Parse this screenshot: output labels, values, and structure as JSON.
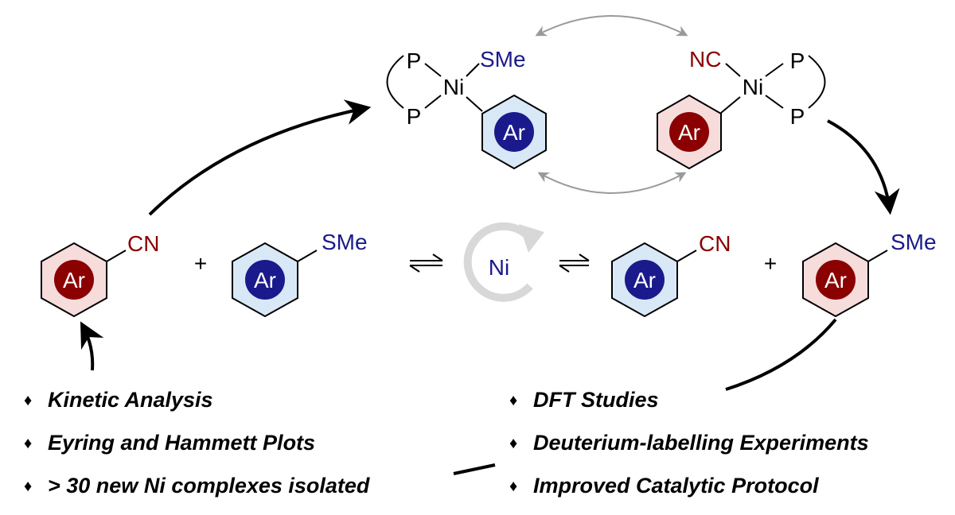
{
  "colors": {
    "nitrile_red": "#8b0000",
    "thioether_blue": "#1a1a8c",
    "ring_red_fill": "#f7dcdc",
    "ring_blue_fill": "#d9e8f7",
    "arrow_grey": "#9a9a9a",
    "cycle_grey": "#d8d8d8"
  },
  "labels": {
    "ar": "Ar",
    "cn": "CN",
    "nc": "NC",
    "sme": "SMe",
    "ni": "Ni",
    "p": "P",
    "plus": "+"
  },
  "bullets": {
    "left": [
      "Kinetic Analysis",
      "Eyring and Hammett Plots",
      "> 30 new Ni complexes isolated"
    ],
    "right": [
      "DFT Studies",
      "Deuterium-labelling Experiments",
      "Improved Catalytic Protocol"
    ],
    "marker": "♦"
  },
  "icons": {
    "catalytic_cycle": "circular-arrow-icon",
    "bullet": "diamond-icon"
  }
}
